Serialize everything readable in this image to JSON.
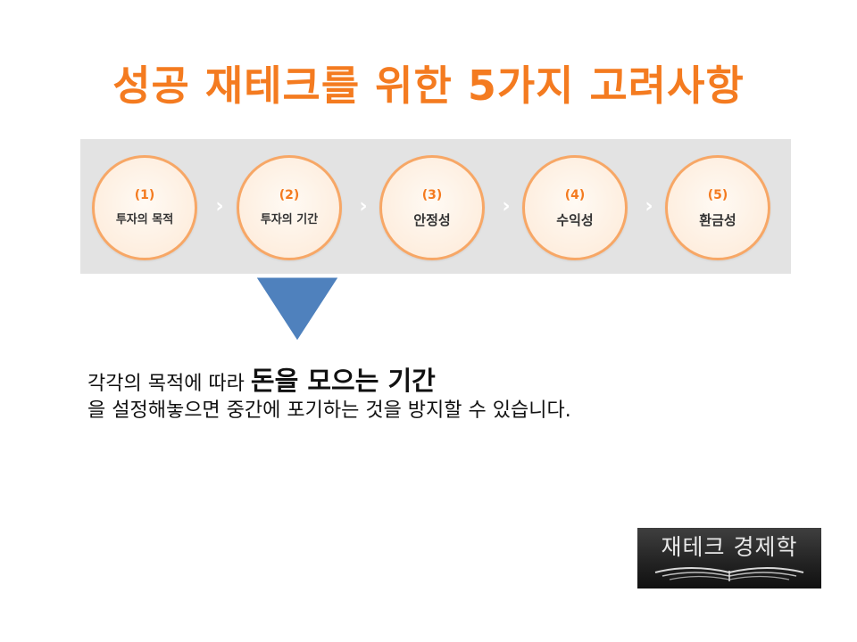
{
  "title": "성공 재테크를 위한 5가지 고려사항",
  "steps": [
    {
      "num": "(1)",
      "label": "투자의 목적"
    },
    {
      "num": "(2)",
      "label": "투자의 기간"
    },
    {
      "num": "(3)",
      "label": "안정성"
    },
    {
      "num": "(4)",
      "label": "수익성"
    },
    {
      "num": "(5)",
      "label": "환금성"
    }
  ],
  "separator": "›",
  "colors": {
    "accent": "#f47b20",
    "circle_border": "#f7a766",
    "band": "#e3e3e3",
    "pointer": "#4f81bd"
  },
  "body": {
    "before": "각각의 목적에 따라 ",
    "emphasis": "돈을 모으는 기간",
    "after": "을 설정해놓으면 중간에 포기하는 것을 방지할 수 있습니다."
  },
  "logo": {
    "text": "재테크 경제학",
    "icon": "open-book-icon"
  }
}
